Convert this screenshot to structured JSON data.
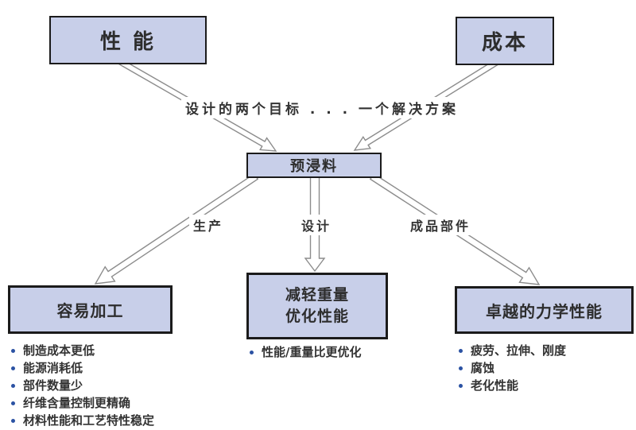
{
  "colors": {
    "box_fill": "#c8cfe9",
    "box_border": "#1b1b1b",
    "arrow_outline": "#8c8c8c",
    "text": "#333333",
    "bullet_dot": "#2b52a3",
    "background": "#ffffff"
  },
  "nodes": {
    "performance": {
      "label": "性 能"
    },
    "cost": {
      "label": "成本"
    },
    "prepreg": {
      "label": "预浸料"
    },
    "easy_processing": {
      "label": "容易加工"
    },
    "weight_optimization": {
      "lines": [
        "减轻重量",
        "优化性能"
      ]
    },
    "mechanical": {
      "label": "卓越的力学性能"
    }
  },
  "annotations": {
    "goal_text": "设计的两个目标 . . . 一个解决方案",
    "branch_labels": [
      "生产",
      "设计",
      "成品部件"
    ]
  },
  "bullets": {
    "left": [
      "制造成本更低",
      "能源消耗低",
      "部件数量少",
      "纤维含量控制更精确",
      "材料性能和工艺特性稳定"
    ],
    "middle": [
      "性能/重量比更优化"
    ],
    "right": [
      "疲劳、拉伸、刚度",
      "腐蚀",
      "老化性能"
    ]
  }
}
